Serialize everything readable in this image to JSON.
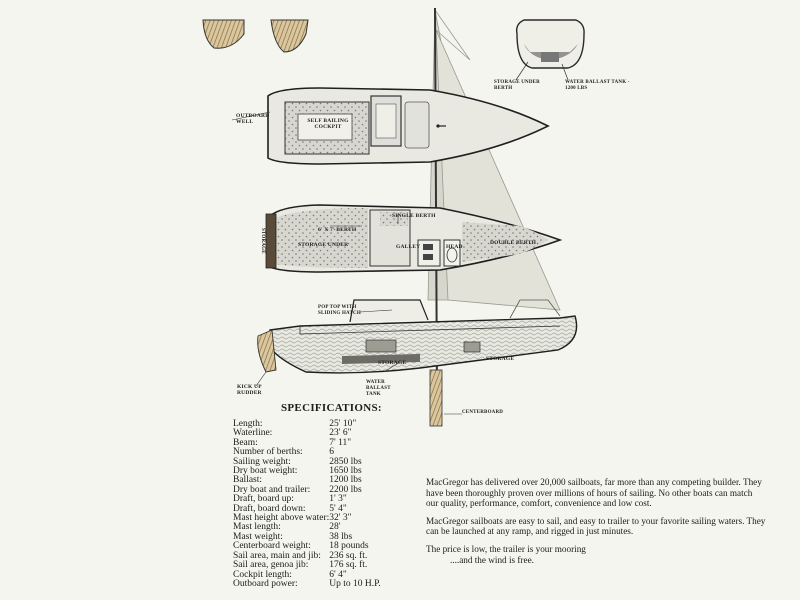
{
  "labels": {
    "outboard_well": "OUTBOARD WELL",
    "self_bailing_cockpit": "SELF BAILING COCKPIT",
    "storage_under_berth": "STORAGE UNDER BERTH",
    "water_ballast_tank_top": "WATER BALLAST TANK - 1200 LBS",
    "berth_size": "6' X 7' BERTH",
    "storage_under": "STORAGE UNDER",
    "single_berth": "SINGLE BERTH",
    "galley": "GALLEY",
    "head": "HEAD",
    "double_berth": "DOUBLE BERTH",
    "transom_mark": "STORAGE",
    "pop_top": "POP TOP WITH SLIDING HATCH",
    "storage_mid": "STORAGE",
    "storage_fwd": "STORAGE",
    "kick_up_rudder": "KICK UP RUDDER",
    "water_ballast_tank": "WATER BALLAST TANK",
    "centerboard": "CENTERBOARD"
  },
  "specs": {
    "title": "SPECIFICATIONS:",
    "rows": [
      {
        "label": "Length:",
        "value": "25' 10\""
      },
      {
        "label": "Waterline:",
        "value": "23' 6\""
      },
      {
        "label": "Beam:",
        "value": "7' 11\""
      },
      {
        "label": "Number of berths:",
        "value": "6"
      },
      {
        "label": "Sailing weight:",
        "value": "2850 lbs"
      },
      {
        "label": "Dry boat weight:",
        "value": "1650 lbs"
      },
      {
        "label": "Ballast:",
        "value": "1200 lbs"
      },
      {
        "label": "Dry boat and trailer:",
        "value": "2200 lbs"
      },
      {
        "label": "Draft, board up:",
        "value": "1' 3\""
      },
      {
        "label": "Draft, board down:",
        "value": "5' 4\""
      },
      {
        "label": "Mast height above water:",
        "value": "32' 3\""
      },
      {
        "label": "Mast length:",
        "value": "28'"
      },
      {
        "label": "Mast weight:",
        "value": "38 lbs"
      },
      {
        "label": "Centerboard weight:",
        "value": "18 pounds"
      },
      {
        "label": "Sail area, main and jib:",
        "value": "236 sq. ft."
      },
      {
        "label": "Sail area, genoa jib:",
        "value": "176 sq. ft."
      },
      {
        "label": "Cockpit length:",
        "value": "6' 4\""
      },
      {
        "label": "Outboard power:",
        "value": "Up to 10 H.P."
      }
    ]
  },
  "blurb": {
    "p1": "MacGregor has delivered over 20,000 sailboats, far more than any competing builder. They have been thoroughly proven over millions of hours of sailing. No other boats can match our quality, performance, comfort, convenience and low cost.",
    "p2": "MacGregor sailboats are easy to sail, and easy to trailer to your favorite sailing waters. They can be launched at any ramp, and rigged in just minutes.",
    "p3a": "The price is low, the trailer is your mooring",
    "p3b": "....and the wind is free."
  },
  "colors": {
    "paper": "#f4f5ee",
    "ink": "#1c1c1c",
    "wood": "#8a6a3c",
    "hatch": "#bcbcb4"
  }
}
